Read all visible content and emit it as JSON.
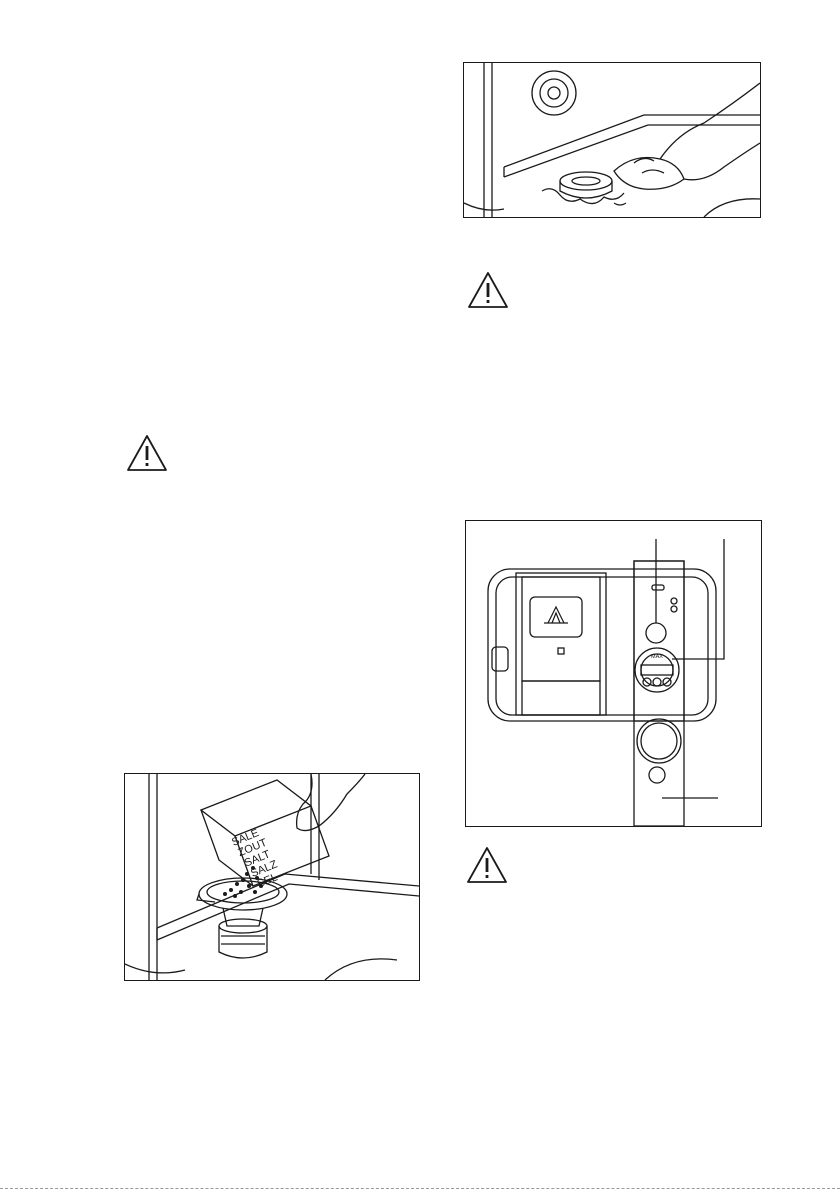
{
  "figures": {
    "salt_box_labels": [
      "SALE",
      "ZOUT",
      "SALT",
      "SALZ",
      "SEL"
    ],
    "dispenser_scale_label": "MAX"
  },
  "icons": {
    "warning": "warning-triangle-icon",
    "rinse_aid_symbol": "rinse-aid-icon"
  },
  "colors": {
    "line": "#1a1a1a",
    "background": "#ffffff"
  }
}
